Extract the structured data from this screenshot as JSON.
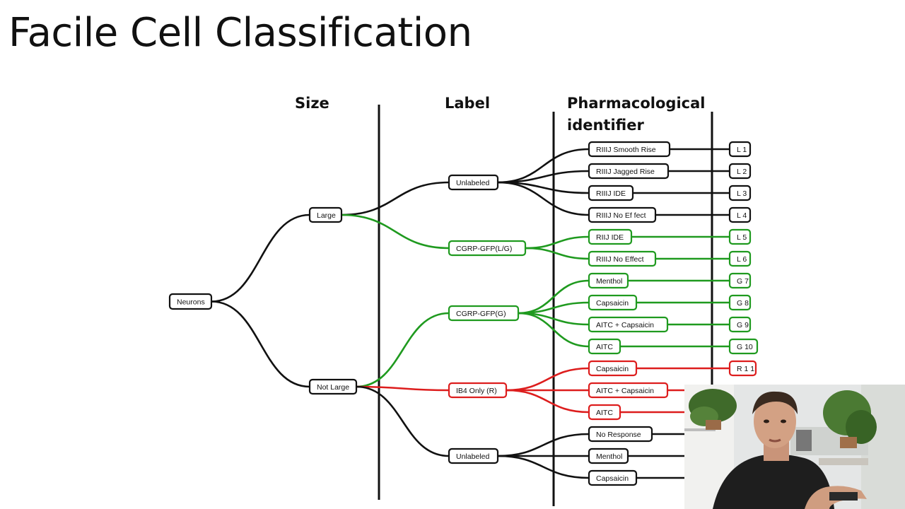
{
  "title": "Facile Cell Classification",
  "headers": {
    "size": "Size",
    "label": "Label",
    "pharm_line1": "Pharmacological",
    "pharm_line2": "identifier"
  },
  "colors": {
    "black": "#111111",
    "green": "#1f9a1f",
    "red": "#dd1d1d"
  },
  "root": {
    "id": "neurons",
    "text": "Neurons"
  },
  "size_nodes": [
    {
      "id": "large",
      "text": "Large"
    },
    {
      "id": "notlarge",
      "text": "Not Large"
    }
  ],
  "label_nodes": [
    {
      "id": "unl1",
      "text": "Unlabeled",
      "color": "black"
    },
    {
      "id": "cgrplg",
      "text": "CGRP-GFP(L/G)",
      "color": "green"
    },
    {
      "id": "cgrpg",
      "text": "CGRP-GFP(G)",
      "color": "green"
    },
    {
      "id": "ib4",
      "text": "IB4 Only (R)",
      "color": "red"
    },
    {
      "id": "unl2",
      "text": "Unlabeled",
      "color": "black"
    }
  ],
  "pharm_nodes": [
    {
      "id": "p1",
      "text": "RIIIJ Smooth Rise",
      "color": "black"
    },
    {
      "id": "p2",
      "text": "RIIIJ Jagged Rise",
      "color": "black"
    },
    {
      "id": "p3",
      "text": "RIIIJ IDE",
      "color": "black"
    },
    {
      "id": "p4",
      "text": "RIIIJ No Ef     fect",
      "color": "black"
    },
    {
      "id": "p5",
      "text": "RIIJ IDE",
      "color": "green"
    },
    {
      "id": "p6",
      "text": "RIIIJ No Effect",
      "color": "green"
    },
    {
      "id": "p7",
      "text": "Menthol",
      "color": "green"
    },
    {
      "id": "p8",
      "text": "Capsaicin",
      "color": "green"
    },
    {
      "id": "p9",
      "text": "AITC + Capsaicin",
      "color": "green"
    },
    {
      "id": "p10",
      "text": "AITC",
      "color": "green"
    },
    {
      "id": "p11",
      "text": "Capsaicin",
      "color": "red"
    },
    {
      "id": "p12",
      "text": "AITC + Capsaicin",
      "color": "red"
    },
    {
      "id": "p13",
      "text": "AITC",
      "color": "red"
    },
    {
      "id": "p14",
      "text": "No Response",
      "color": "black"
    },
    {
      "id": "p15",
      "text": "Menthol",
      "color": "black"
    },
    {
      "id": "p16",
      "text": "Capsaicin",
      "color": "black"
    }
  ],
  "class_nodes": [
    {
      "id": "c1",
      "text": "L 1",
      "color": "black"
    },
    {
      "id": "c2",
      "text": "L 2",
      "color": "black"
    },
    {
      "id": "c3",
      "text": "L 3",
      "color": "black"
    },
    {
      "id": "c4",
      "text": "L 4",
      "color": "black"
    },
    {
      "id": "c5",
      "text": "L 5",
      "color": "green"
    },
    {
      "id": "c6",
      "text": "L 6",
      "color": "green"
    },
    {
      "id": "c7",
      "text": "G 7",
      "color": "green"
    },
    {
      "id": "c8",
      "text": "G 8",
      "color": "green"
    },
    {
      "id": "c9",
      "text": "G 9",
      "color": "green"
    },
    {
      "id": "c10",
      "text": "G 10",
      "color": "green"
    },
    {
      "id": "c11",
      "text": "R 1 1",
      "color": "red"
    }
  ],
  "edges": [
    {
      "from": "neurons",
      "to": "large",
      "color": "black"
    },
    {
      "from": "neurons",
      "to": "notlarge",
      "color": "black"
    },
    {
      "from": "large",
      "to": "unl1",
      "color": "black"
    },
    {
      "from": "large",
      "to": "cgrplg",
      "color": "green"
    },
    {
      "from": "notlarge",
      "to": "cgrpg",
      "color": "green"
    },
    {
      "from": "notlarge",
      "to": "ib4",
      "color": "red"
    },
    {
      "from": "notlarge",
      "to": "unl2",
      "color": "black"
    },
    {
      "from": "unl1",
      "to": "p1",
      "color": "black"
    },
    {
      "from": "unl1",
      "to": "p2",
      "color": "black"
    },
    {
      "from": "unl1",
      "to": "p3",
      "color": "black"
    },
    {
      "from": "unl1",
      "to": "p4",
      "color": "black"
    },
    {
      "from": "cgrplg",
      "to": "p5",
      "color": "green"
    },
    {
      "from": "cgrplg",
      "to": "p6",
      "color": "green"
    },
    {
      "from": "cgrpg",
      "to": "p7",
      "color": "green"
    },
    {
      "from": "cgrpg",
      "to": "p8",
      "color": "green"
    },
    {
      "from": "cgrpg",
      "to": "p9",
      "color": "green"
    },
    {
      "from": "cgrpg",
      "to": "p10",
      "color": "green"
    },
    {
      "from": "ib4",
      "to": "p11",
      "color": "red"
    },
    {
      "from": "ib4",
      "to": "p12",
      "color": "red"
    },
    {
      "from": "ib4",
      "to": "p13",
      "color": "red"
    },
    {
      "from": "unl2",
      "to": "p14",
      "color": "black"
    },
    {
      "from": "unl2",
      "to": "p15",
      "color": "black"
    },
    {
      "from": "unl2",
      "to": "p16",
      "color": "black"
    },
    {
      "from": "p1",
      "to": "c1",
      "color": "black"
    },
    {
      "from": "p2",
      "to": "c2",
      "color": "black"
    },
    {
      "from": "p3",
      "to": "c3",
      "color": "black"
    },
    {
      "from": "p4",
      "to": "c4",
      "color": "black"
    },
    {
      "from": "p5",
      "to": "c5",
      "color": "green"
    },
    {
      "from": "p6",
      "to": "c6",
      "color": "green"
    },
    {
      "from": "p7",
      "to": "c7",
      "color": "green"
    },
    {
      "from": "p8",
      "to": "c8",
      "color": "green"
    },
    {
      "from": "p9",
      "to": "c9",
      "color": "green"
    },
    {
      "from": "p10",
      "to": "c10",
      "color": "green"
    },
    {
      "from": "p11",
      "to": "c11",
      "color": "red"
    },
    {
      "from": "p12",
      "to": "webcam-edge",
      "color": "red"
    },
    {
      "from": "p13",
      "to": "webcam-edge",
      "color": "red"
    },
    {
      "from": "p14",
      "to": "webcam-edge",
      "color": "black"
    },
    {
      "from": "p15",
      "to": "webcam-edge",
      "color": "black"
    },
    {
      "from": "p16",
      "to": "webcam-edge",
      "color": "black"
    }
  ],
  "webcam": {
    "description_icon": "presenter-video-icon"
  }
}
